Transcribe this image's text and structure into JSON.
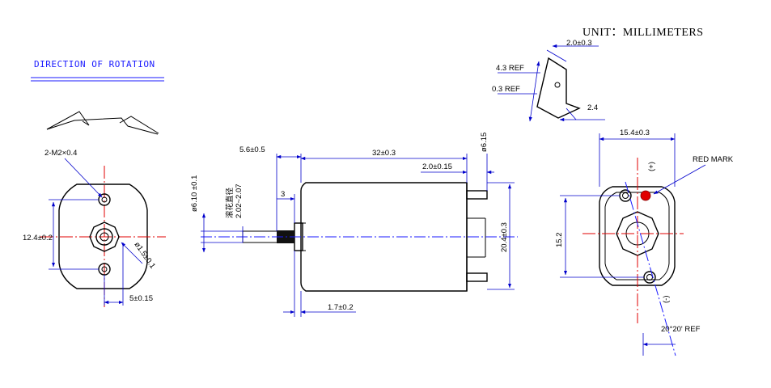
{
  "unit_label": "UNIT：MILLIMETERS",
  "direction_label": "DIRECTION OF ROTATION",
  "front_view": {
    "screw_hole": "2-M2×0.4",
    "height": "12.4±0.2",
    "shaft_dia": "ø1.5±0.1",
    "offset": "5±0.15"
  },
  "side_view": {
    "shaft_len": "5.6±0.5",
    "body_len": "32±0.3",
    "terminal_dia": "ø6.15",
    "terminal_offset": "2.0±0.15",
    "knurl_len": "3",
    "dia": "ø6.10 ±0.1",
    "knurl_note_cn": "滚花直径",
    "knurl_dia": "2.02~2.07",
    "height": "20.4±0.3",
    "boss_len": "1.7±0.2"
  },
  "terminal_detail": {
    "width": "2.0±0.3",
    "ref1": "4.3 REF",
    "ref2": "0.3 REF",
    "thick": "2.4"
  },
  "rear_view": {
    "width": "15.4±0.3",
    "red_mark": "RED MARK",
    "plus": "(+)",
    "minus": "(-)",
    "height": "15.2",
    "angle": "20°20' REF"
  },
  "colors": {
    "outline": "#000000",
    "dim": "#0000cc",
    "center": "#e00000",
    "mark": "#e00000"
  }
}
